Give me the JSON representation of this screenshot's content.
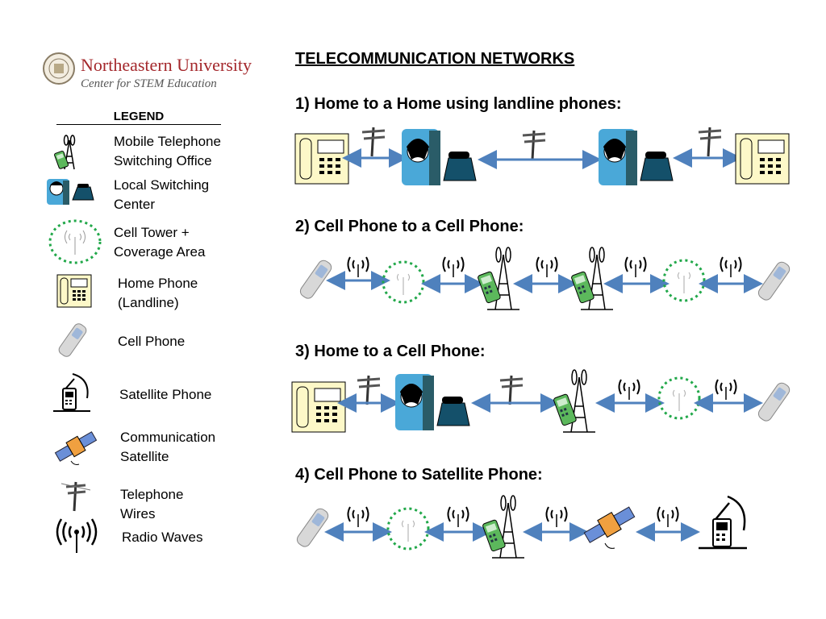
{
  "logo": {
    "university": "Northeastern University",
    "center": "Center for STEM Education"
  },
  "legend": {
    "title": "LEGEND",
    "items": [
      {
        "icon": "mobile-switching-office-icon",
        "label": "Mobile Telephone\nSwitching Office"
      },
      {
        "icon": "local-switching-center-icon",
        "label": "Local Switching\nCenter"
      },
      {
        "icon": "cell-tower-coverage-icon",
        "label": "Cell Tower +\nCoverage Area"
      },
      {
        "icon": "home-phone-icon",
        "label": "Home Phone\n(Landline)"
      },
      {
        "icon": "cell-phone-icon",
        "label": "Cell Phone"
      },
      {
        "icon": "satellite-phone-icon",
        "label": "Satellite Phone"
      },
      {
        "icon": "communication-satellite-icon",
        "label": "Communication\nSatellite"
      },
      {
        "icon": "telephone-wires-icon",
        "label": "Telephone\nWires"
      },
      {
        "icon": "radio-waves-icon",
        "label": "Radio Waves"
      }
    ]
  },
  "main": {
    "title": "TELECOMMUNICATION NETWORKS",
    "sections": [
      {
        "title": "1) Home to a Home using landline phones:"
      },
      {
        "title": "2) Cell Phone to a Cell Phone:"
      },
      {
        "title": "3) Home to a Cell Phone:"
      },
      {
        "title": "4) Cell Phone to Satellite Phone:"
      }
    ]
  },
  "colors": {
    "arrow": "#4f81bd",
    "coverage": "#22a84a",
    "phone_fill": "#fdf8c8",
    "msc_green": "#5cb85c",
    "logo_red": "#a4282c"
  }
}
